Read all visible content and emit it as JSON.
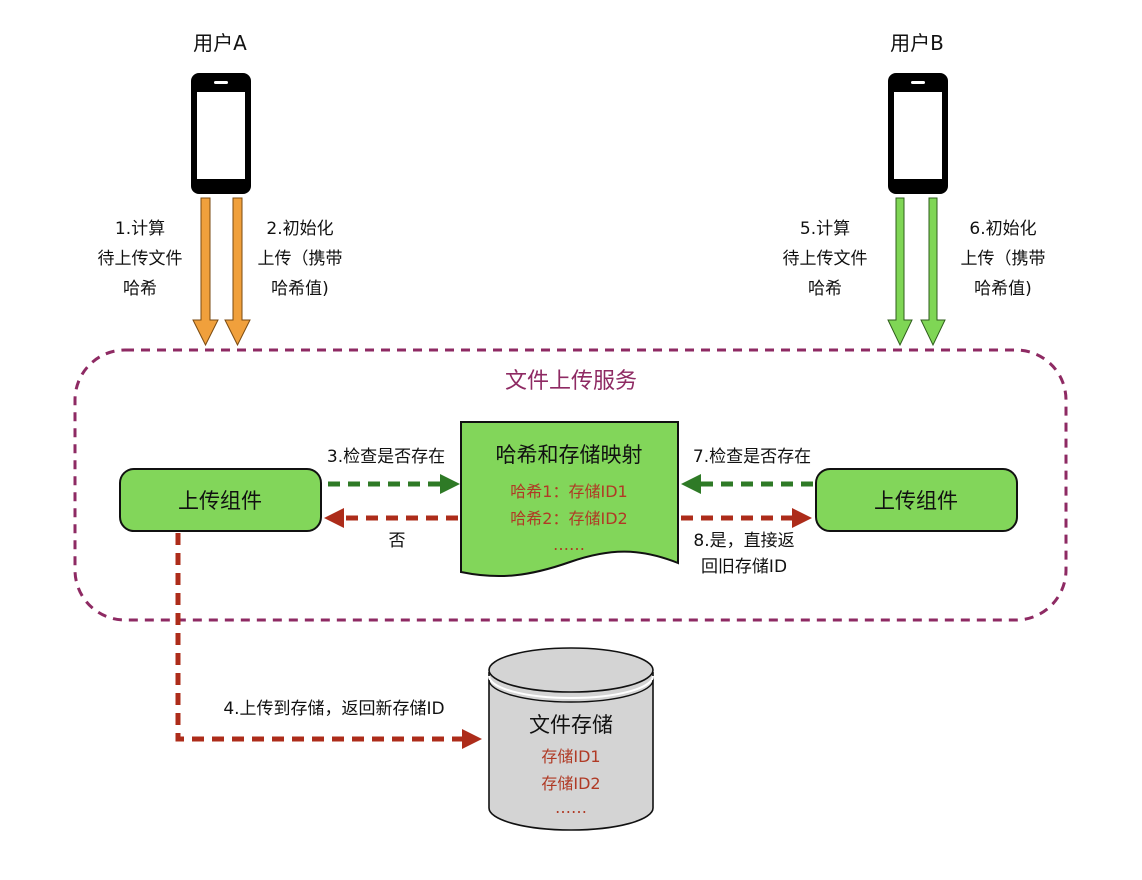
{
  "colors": {
    "orange_arrow": "#f0a03c",
    "green_arrow": "#7fd655",
    "box_fill": "#82d65a",
    "dark_green": "#2e7a26",
    "dark_red": "#ad2c1a",
    "service_border": "#8e2a63",
    "storage_fill": "#d4d4d4",
    "red_text": "#b03a25"
  },
  "users": {
    "a": {
      "label": "用户A",
      "arrow_left_lines": [
        "1.计算",
        "待上传文件",
        "哈希"
      ],
      "arrow_right_lines": [
        "2.初始化",
        "上传（携带",
        "哈希值)"
      ]
    },
    "b": {
      "label": "用户B",
      "arrow_left_lines": [
        "5.计算",
        "待上传文件",
        "哈希"
      ],
      "arrow_right_lines": [
        "6.初始化",
        "上传（携带",
        "哈希值)"
      ]
    }
  },
  "service": {
    "title": "文件上传服务",
    "left_component": "上传组件",
    "right_component": "上传组件",
    "mapping": {
      "title": "哈希和存储映射",
      "rows": [
        "哈希1：存储ID1",
        "哈希2：存储ID2",
        "……"
      ]
    },
    "edges": {
      "check_left": "3.检查是否存在",
      "no_left": "否",
      "check_right": "7.检查是否存在",
      "yes_right_lines": [
        "8.是，直接返",
        "回旧存储ID"
      ]
    }
  },
  "storage": {
    "title": "文件存储",
    "rows": [
      "存储ID1",
      "存储ID2",
      "……"
    ],
    "edge_label": "4.上传到存储，返回新存储ID"
  }
}
